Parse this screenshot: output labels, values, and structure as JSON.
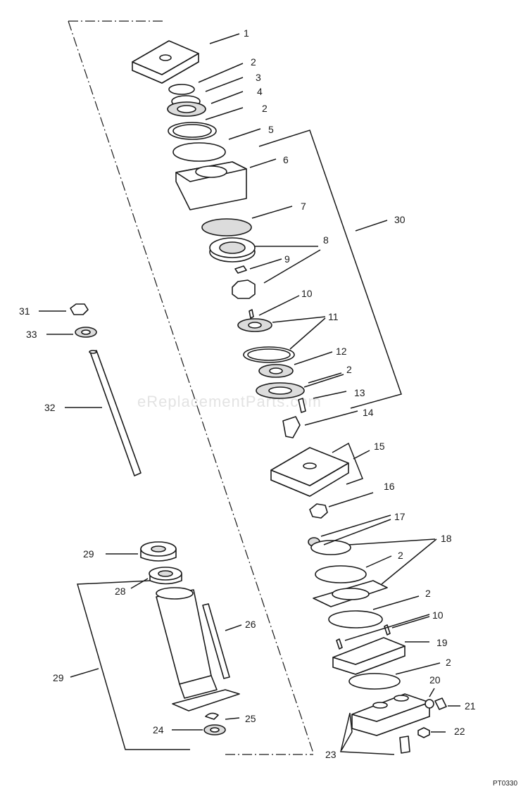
{
  "diagram": {
    "watermark": "eReplacementParts.com",
    "drawing_code": "PT0330",
    "callouts": {
      "c1": "1",
      "c2a": "2",
      "c3": "3",
      "c4": "4",
      "c2b": "2",
      "c5": "5",
      "c6": "6",
      "c7": "7",
      "c8": "8",
      "c9": "9",
      "c10a": "10",
      "c11": "11",
      "c12": "12",
      "c2c": "2",
      "c13": "13",
      "c14": "14",
      "c30": "30",
      "c31": "31",
      "c33": "33",
      "c32": "32",
      "c15": "15",
      "c16": "16",
      "c17": "17",
      "c18": "18",
      "c2d": "2",
      "c2e": "2",
      "c10b": "10",
      "c19": "19",
      "c2f": "2",
      "c20": "20",
      "c21": "21",
      "c22": "22",
      "c23": "23",
      "c29a": "29",
      "c28": "28",
      "c26": "26",
      "c29b": "29",
      "c25": "25",
      "c24": "24"
    }
  }
}
